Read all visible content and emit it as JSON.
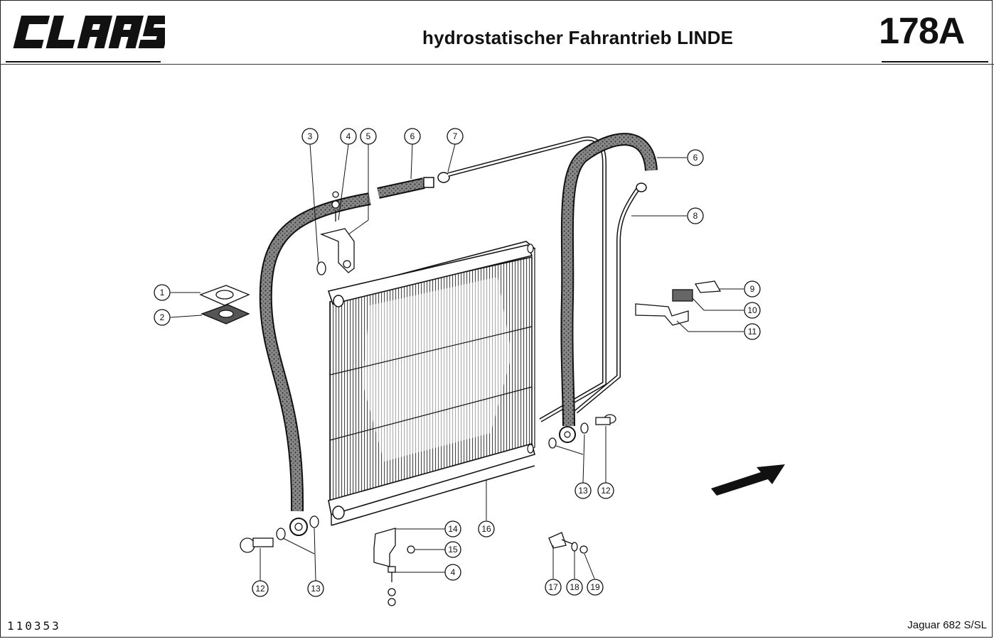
{
  "brand": {
    "logo_text": "CLAAS"
  },
  "header": {
    "title": "hydrostatischer Fahrantrieb LINDE",
    "page_number": "178A"
  },
  "footer": {
    "drawing_number": "110353",
    "model": "Jaguar 682 S/SL"
  },
  "callouts": [
    {
      "id": "c1",
      "label": "1"
    },
    {
      "id": "c2",
      "label": "2"
    },
    {
      "id": "c3",
      "label": "3"
    },
    {
      "id": "c4a",
      "label": "4"
    },
    {
      "id": "c5",
      "label": "5"
    },
    {
      "id": "c6a",
      "label": "6"
    },
    {
      "id": "c7",
      "label": "7"
    },
    {
      "id": "c6b",
      "label": "6"
    },
    {
      "id": "c8",
      "label": "8"
    },
    {
      "id": "c9",
      "label": "9"
    },
    {
      "id": "c10",
      "label": "10"
    },
    {
      "id": "c11",
      "label": "11"
    },
    {
      "id": "c12a",
      "label": "12"
    },
    {
      "id": "c13a",
      "label": "13"
    },
    {
      "id": "c16",
      "label": "16"
    },
    {
      "id": "c14",
      "label": "14"
    },
    {
      "id": "c15",
      "label": "15"
    },
    {
      "id": "c4b",
      "label": "4"
    },
    {
      "id": "c12b",
      "label": "12"
    },
    {
      "id": "c13b",
      "label": "13"
    },
    {
      "id": "c17",
      "label": "17"
    },
    {
      "id": "c18",
      "label": "18"
    },
    {
      "id": "c19",
      "label": "19"
    }
  ]
}
